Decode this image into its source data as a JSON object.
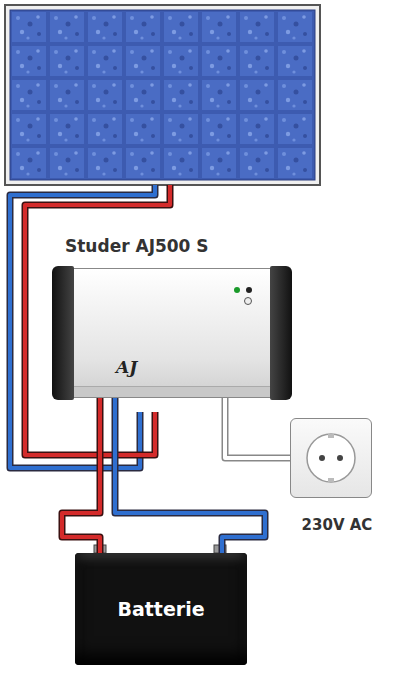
{
  "diagram": {
    "nodes": [
      {
        "text": [
          "Studer AJ500 S",
          "AJ"
        ]
      },
      {
        "text": [
          "230V AC"
        ]
      },
      {
        "text": [
          "Batterie"
        ]
      }
    ],
    "edges": [
      {
        "from": 0,
        "to": 2,
        "arrow": "none"
      },
      {
        "from": 0,
        "to": 2,
        "arrow": "none"
      },
      {
        "from": 0,
        "to": 1,
        "arrow": "none"
      }
    ]
  }
}
